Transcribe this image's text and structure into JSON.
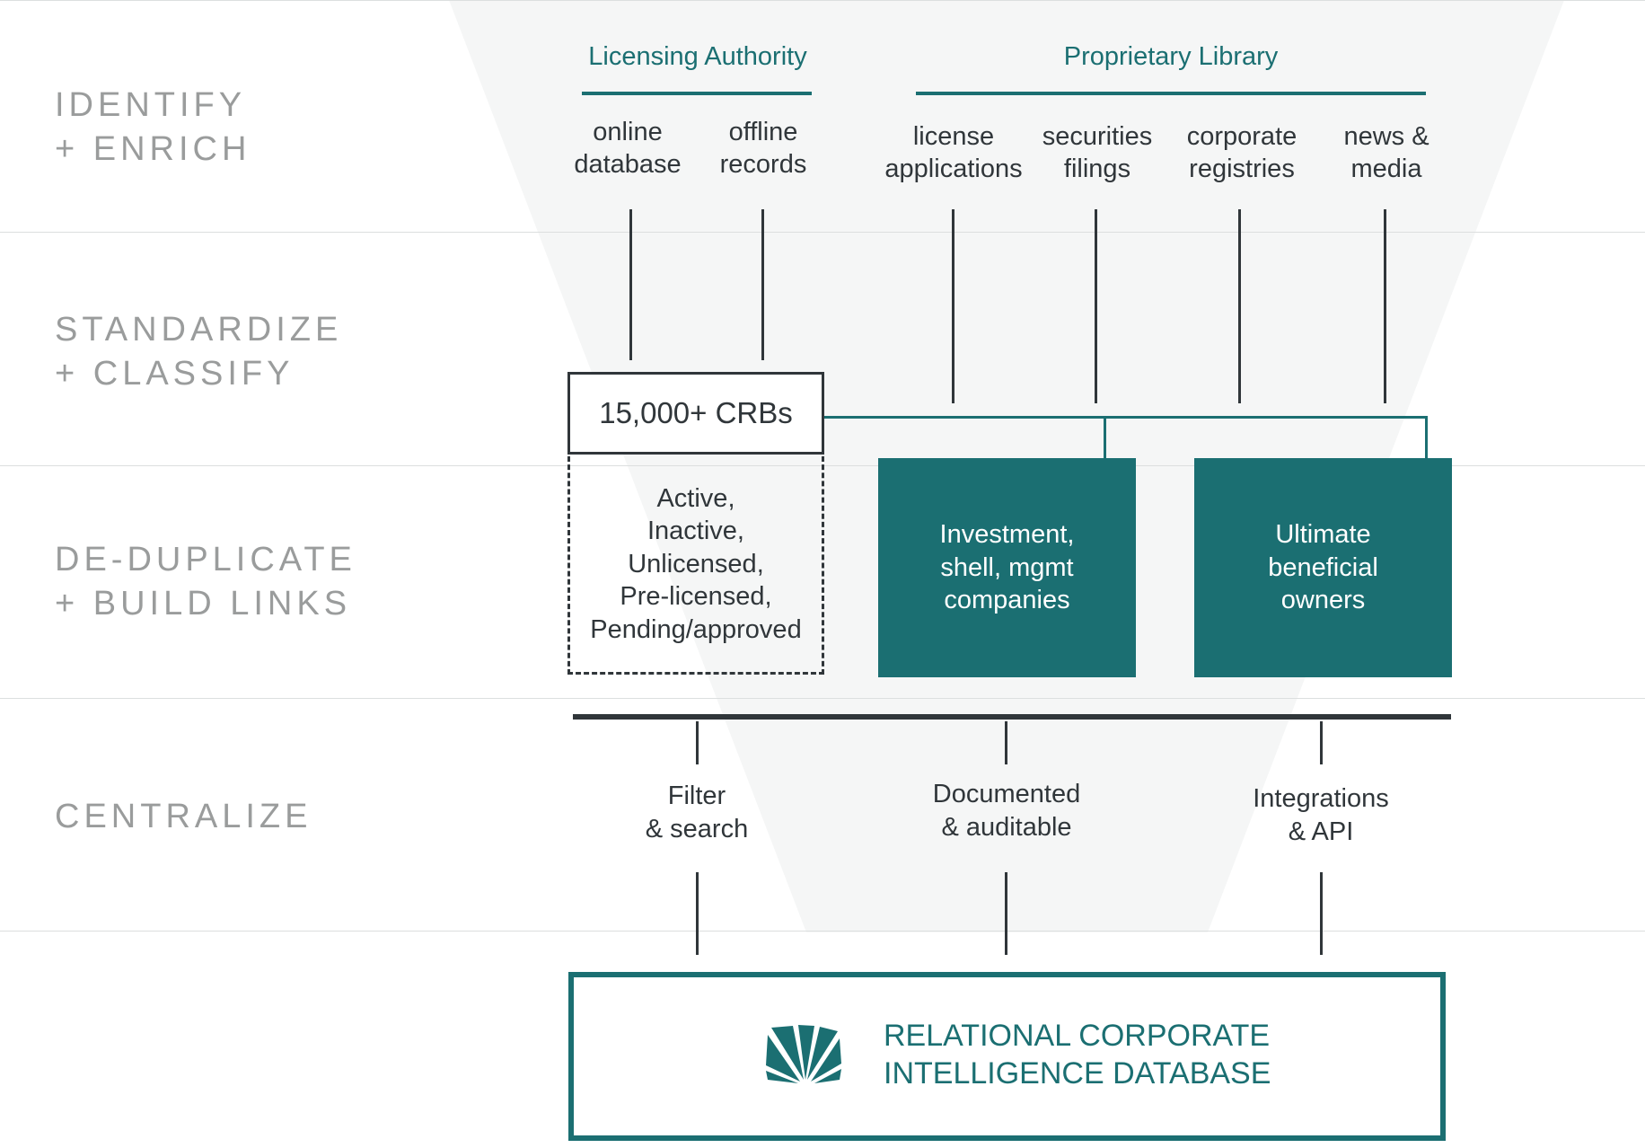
{
  "stages": [
    {
      "id": "identify",
      "label": "IDENTIFY\n+ ENRICH"
    },
    {
      "id": "standardize",
      "label": "STANDARDIZE\n+ CLASSIFY"
    },
    {
      "id": "dedupe",
      "label": "DE-DUPLICATE\n+ BUILD LINKS"
    },
    {
      "id": "centralize",
      "label": "CENTRALIZE"
    }
  ],
  "groups": {
    "licensing": {
      "title": "Licensing Authority",
      "sources": [
        "online\ndatabase",
        "offline\nrecords"
      ]
    },
    "proprietary": {
      "title": "Proprietary Library",
      "sources": [
        "license\napplications",
        "securities\nfilings",
        "corporate\nregistries",
        "news &\nmedia"
      ]
    }
  },
  "crb_box": {
    "label": "15,000+ CRBs"
  },
  "status_box": {
    "label": "Active,\nInactive,\nUnlicensed,\nPre-licensed,\nPending/approved"
  },
  "entity_boxes": [
    {
      "label": "Investment,\nshell, mgmt\ncompanies"
    },
    {
      "label": "Ultimate\nbeneficial\nowners"
    }
  ],
  "features": [
    "Filter\n& search",
    "Documented\n& auditable",
    "Integrations\n& API"
  ],
  "database": {
    "title": "RELATIONAL CORPORATE\nINTELLIGENCE DATABASE",
    "icon": "sunburst-logo-icon"
  },
  "colors": {
    "teal": "#1b6f72",
    "dark": "#30363a",
    "stage_gray": "#9a9c9c",
    "funnel_fill": "#f5f6f6",
    "rule": "#dcdfdf"
  }
}
